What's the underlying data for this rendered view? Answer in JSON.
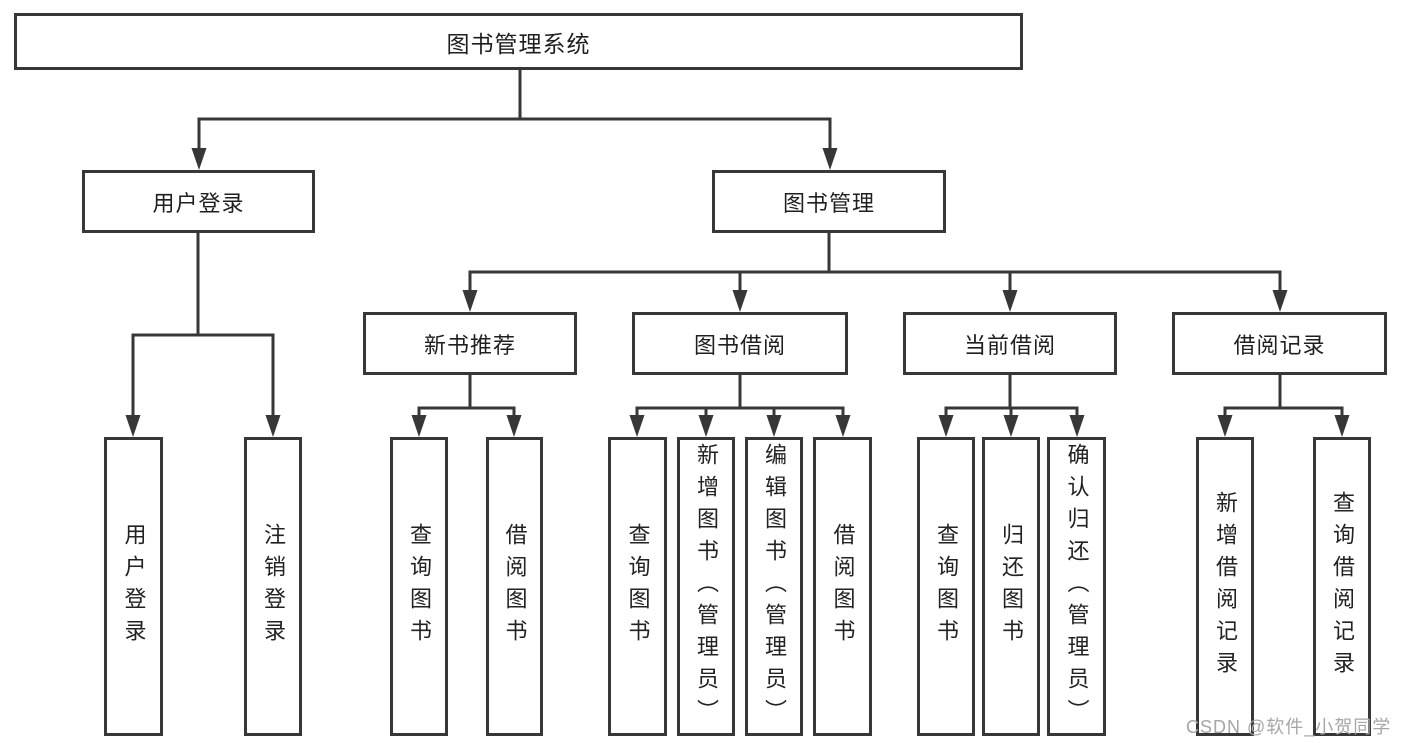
{
  "colors": {
    "line": "#373737",
    "box_border": "#373737",
    "text": "#1f1f1f",
    "watermark": "#a6a6a6",
    "background": "#ffffff"
  },
  "tree": {
    "root": {
      "label": "图书管理系统"
    },
    "branches": [
      {
        "label": "用户登录",
        "children": [
          {
            "label": "用户登录"
          },
          {
            "label": "注销登录"
          }
        ]
      },
      {
        "label": "图书管理",
        "children": [
          {
            "label": "新书推荐",
            "children": [
              {
                "label": "查询图书"
              },
              {
                "label": "借阅图书"
              }
            ]
          },
          {
            "label": "图书借阅",
            "children": [
              {
                "label": "查询图书"
              },
              {
                "label": "新增图书（管理员）"
              },
              {
                "label": "编辑图书（管理员）"
              },
              {
                "label": "借阅图书"
              }
            ]
          },
          {
            "label": "当前借阅",
            "children": [
              {
                "label": "查询图书"
              },
              {
                "label": "归还图书"
              },
              {
                "label": "确认归还（管理员）"
              }
            ]
          },
          {
            "label": "借阅记录",
            "children": [
              {
                "label": "新增借阅记录"
              },
              {
                "label": "查询借阅记录"
              }
            ]
          }
        ]
      }
    ]
  },
  "watermark": {
    "text": "CSDN @软件_小贺同学"
  }
}
